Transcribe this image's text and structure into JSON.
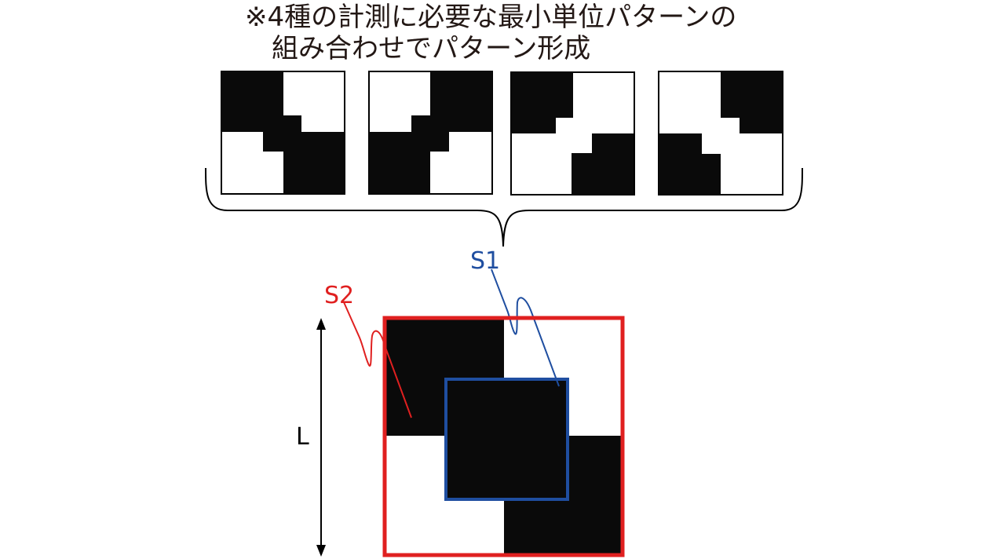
{
  "caption": {
    "line1": "※4種の計測に必要な最小単位パターンの",
    "line2": "組み合わせでパターン形成"
  },
  "labels": {
    "s1": "S1",
    "s2": "S2",
    "length": "L"
  },
  "colors": {
    "black": "#0a0a0a",
    "s1": "#1f4ea0",
    "s2": "#e02020",
    "caption": "#231815"
  },
  "patterns": [
    {
      "name": "pattern-1",
      "orientation": "black top-left and bottom-right"
    },
    {
      "name": "pattern-2",
      "orientation": "black top-right and bottom-left"
    },
    {
      "name": "pattern-3",
      "orientation": "black top-left and bottom-right, shifted"
    },
    {
      "name": "pattern-4",
      "orientation": "black top-right and bottom-left, shifted"
    }
  ]
}
